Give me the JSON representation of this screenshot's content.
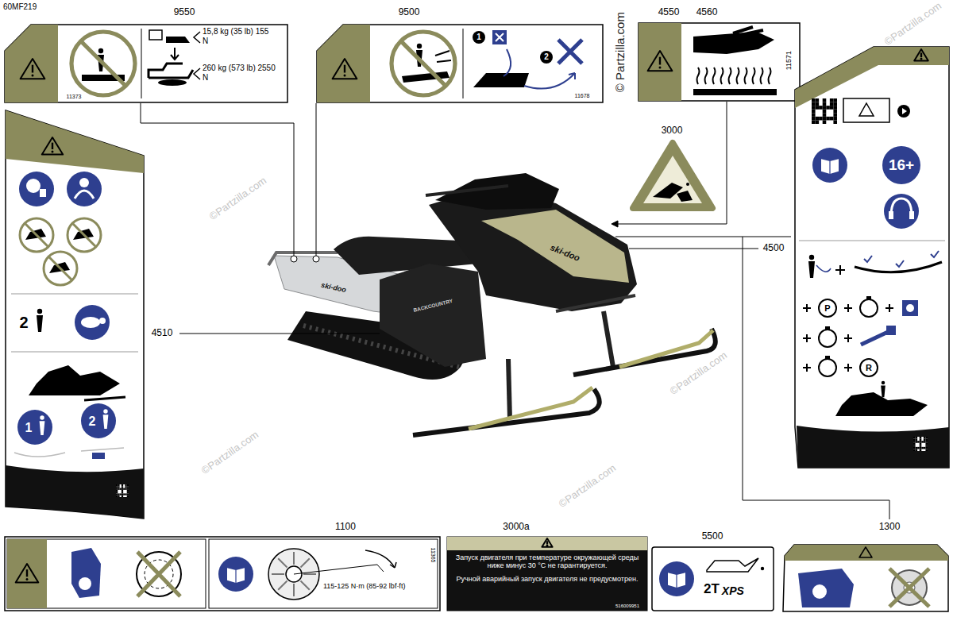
{
  "diagram": {
    "nodes": [
      {
        "text": [
          "15,8 kg (35 lb) 155 N",
          "260 kg (573 lb) 2550 N",
          "11373"
        ]
      },
      {
        "text": [
          "1",
          "2",
          "11678"
        ]
      },
      {
        "text": [
          "11571"
        ]
      },
      {
        "text": [
          "2",
          "1",
          "2"
        ]
      },
      {
        "text": [
          "16+",
          "P",
          "R"
        ]
      },
      {
        "text": [
          "115-125 N·m (85-92 lbf·ft)",
          "11365"
        ]
      },
      {
        "text": [
          "Запуск двигателя при температуре окружающей среды ниже минус 30 °C не гарантируется.",
          "Ручной аварийный запуск двигателя не предусмотрен.",
          "516009951"
        ]
      },
      {
        "text": [
          "2T",
          "XPS"
        ]
      }
    ],
    "labels": [
      "60MF219",
      "9550",
      "9500",
      "4550",
      "4560",
      "3000",
      "4500",
      "4510",
      "1100",
      "3000a",
      "5500",
      "1300",
      "© Partzilla.com",
      "©Partzilla.com",
      "©Partzilla.com",
      "©Partzilla.com",
      "©Partzilla.com",
      "©Partzilla.com",
      "ski-doo",
      "ski-doo",
      "BACKCOUNTRY"
    ]
  }
}
